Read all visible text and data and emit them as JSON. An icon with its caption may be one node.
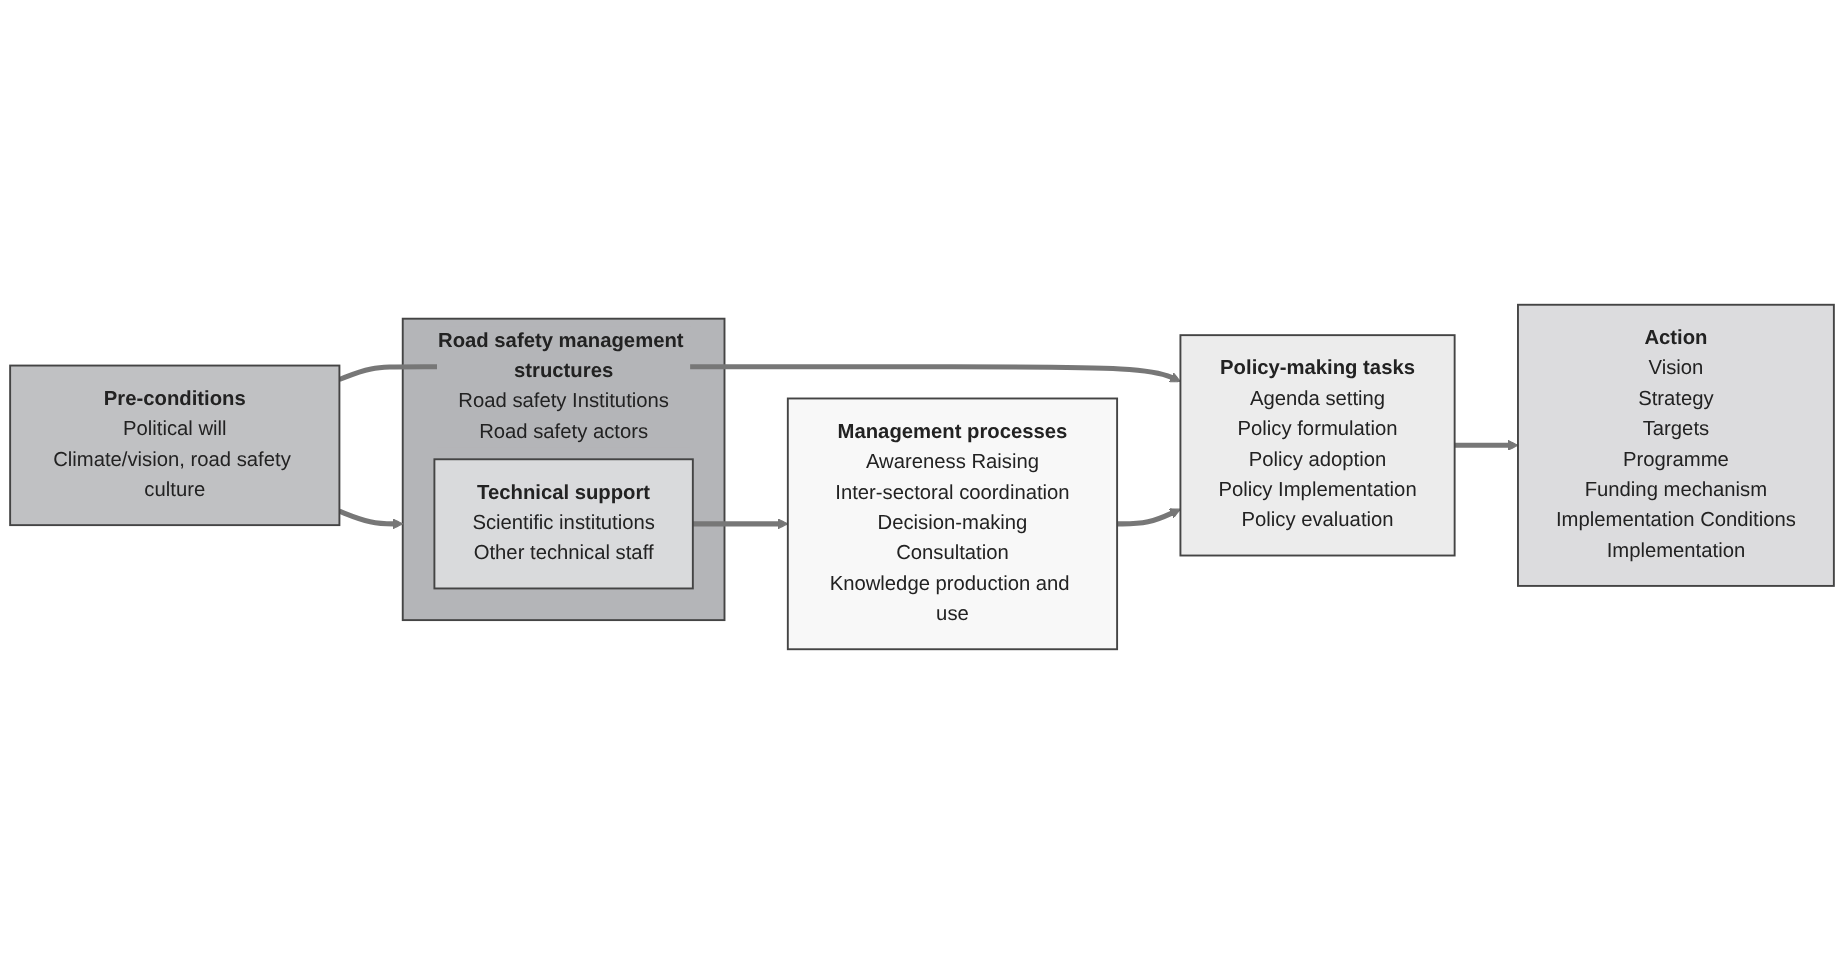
{
  "diagram": {
    "nodes": [
      {
        "text": [
          "Road safety management structures",
          "Road safety Institutions",
          "Road safety actors"
        ]
      },
      {
        "text": [
          "Technical support",
          "Scientific institutions",
          "Other technical staff"
        ],
        "in": 0
      },
      {
        "text": [
          "Pre-conditions",
          "Political will",
          "Climate/vision, road safety culture"
        ]
      },
      {
        "text": [
          "Management processes",
          "Awareness Raising",
          "Inter-sectoral coordination",
          "Decision-making",
          "Consultation",
          "Knowledge production and use"
        ]
      },
      {
        "text": [
          "Policy-making tasks",
          "Agenda setting",
          "Policy formulation",
          "Policy adoption",
          "Policy Implementation",
          "Policy evaluation"
        ]
      },
      {
        "text": [
          "Action",
          "Vision",
          "Strategy",
          "Targets",
          "Programme",
          "Funding mechanism",
          "Implementation Conditions",
          "Implementation"
        ]
      }
    ],
    "edges": [
      {
        "from": 2,
        "to": 0,
        "arrow": "to"
      },
      {
        "from": 2,
        "to": 4,
        "arrow": "to"
      },
      {
        "from": 1,
        "to": 3,
        "arrow": "to"
      },
      {
        "from": 3,
        "to": 4,
        "arrow": "to"
      },
      {
        "from": 4,
        "to": 5,
        "arrow": "to"
      }
    ]
  }
}
